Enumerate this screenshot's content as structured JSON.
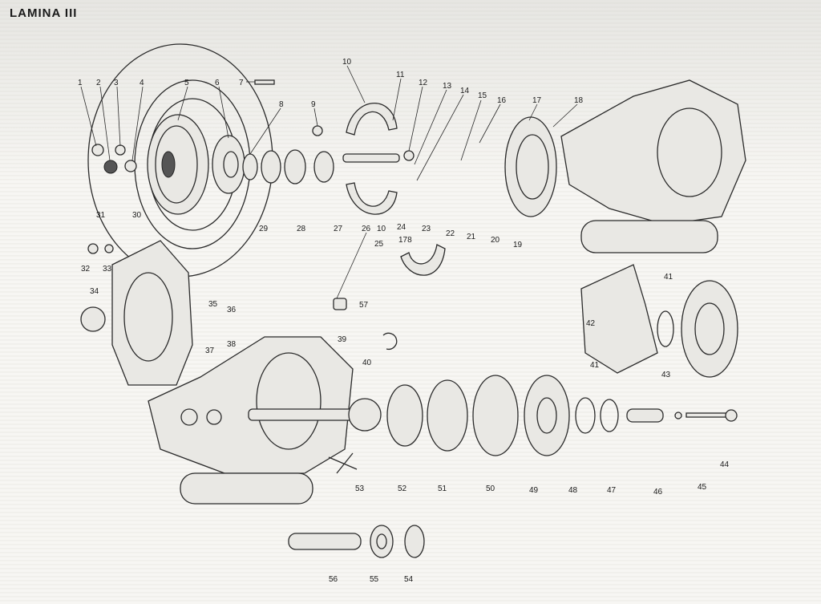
{
  "title": "LAMINA III",
  "callouts": [
    {
      "id": "c1",
      "text": "1"
    },
    {
      "id": "c2",
      "text": "2"
    },
    {
      "id": "c3",
      "text": "3"
    },
    {
      "id": "c4",
      "text": "4"
    },
    {
      "id": "c5",
      "text": "5"
    },
    {
      "id": "c6",
      "text": "6"
    },
    {
      "id": "c7",
      "text": "7"
    },
    {
      "id": "c8",
      "text": "8"
    },
    {
      "id": "c9",
      "text": "9"
    },
    {
      "id": "c10a",
      "text": "10"
    },
    {
      "id": "c11",
      "text": "11"
    },
    {
      "id": "c12",
      "text": "12"
    },
    {
      "id": "c13",
      "text": "13"
    },
    {
      "id": "c14",
      "text": "14"
    },
    {
      "id": "c15",
      "text": "15"
    },
    {
      "id": "c16",
      "text": "16"
    },
    {
      "id": "c17",
      "text": "17"
    },
    {
      "id": "c18",
      "text": "18"
    },
    {
      "id": "c19",
      "text": "19"
    },
    {
      "id": "c20",
      "text": "20"
    },
    {
      "id": "c21",
      "text": "21"
    },
    {
      "id": "c22",
      "text": "22"
    },
    {
      "id": "c23",
      "text": "23"
    },
    {
      "id": "c24",
      "text": "24"
    },
    {
      "id": "c25",
      "text": "25"
    },
    {
      "id": "c26",
      "text": "26"
    },
    {
      "id": "c27",
      "text": "27"
    },
    {
      "id": "c28",
      "text": "28"
    },
    {
      "id": "c29",
      "text": "29"
    },
    {
      "id": "c30",
      "text": "30"
    },
    {
      "id": "c31",
      "text": "31"
    },
    {
      "id": "c32",
      "text": "32"
    },
    {
      "id": "c33",
      "text": "33"
    },
    {
      "id": "c34",
      "text": "34"
    },
    {
      "id": "c35",
      "text": "35"
    },
    {
      "id": "c36",
      "text": "36"
    },
    {
      "id": "c37",
      "text": "37"
    },
    {
      "id": "c38",
      "text": "38"
    },
    {
      "id": "c39",
      "text": "39"
    },
    {
      "id": "c40",
      "text": "40"
    },
    {
      "id": "c41a",
      "text": "41"
    },
    {
      "id": "c41b",
      "text": "41"
    },
    {
      "id": "c42",
      "text": "42"
    },
    {
      "id": "c43",
      "text": "43"
    },
    {
      "id": "c44",
      "text": "44"
    },
    {
      "id": "c45",
      "text": "45"
    },
    {
      "id": "c46",
      "text": "46"
    },
    {
      "id": "c47",
      "text": "47"
    },
    {
      "id": "c48",
      "text": "48"
    },
    {
      "id": "c49",
      "text": "49"
    },
    {
      "id": "c50",
      "text": "50"
    },
    {
      "id": "c51",
      "text": "51"
    },
    {
      "id": "c52",
      "text": "52"
    },
    {
      "id": "c53",
      "text": "53"
    },
    {
      "id": "c54",
      "text": "54"
    },
    {
      "id": "c55",
      "text": "55"
    },
    {
      "id": "c56",
      "text": "56"
    },
    {
      "id": "c57",
      "text": "57"
    },
    {
      "id": "c10b",
      "text": "10"
    },
    {
      "id": "c178",
      "text": "178"
    }
  ]
}
